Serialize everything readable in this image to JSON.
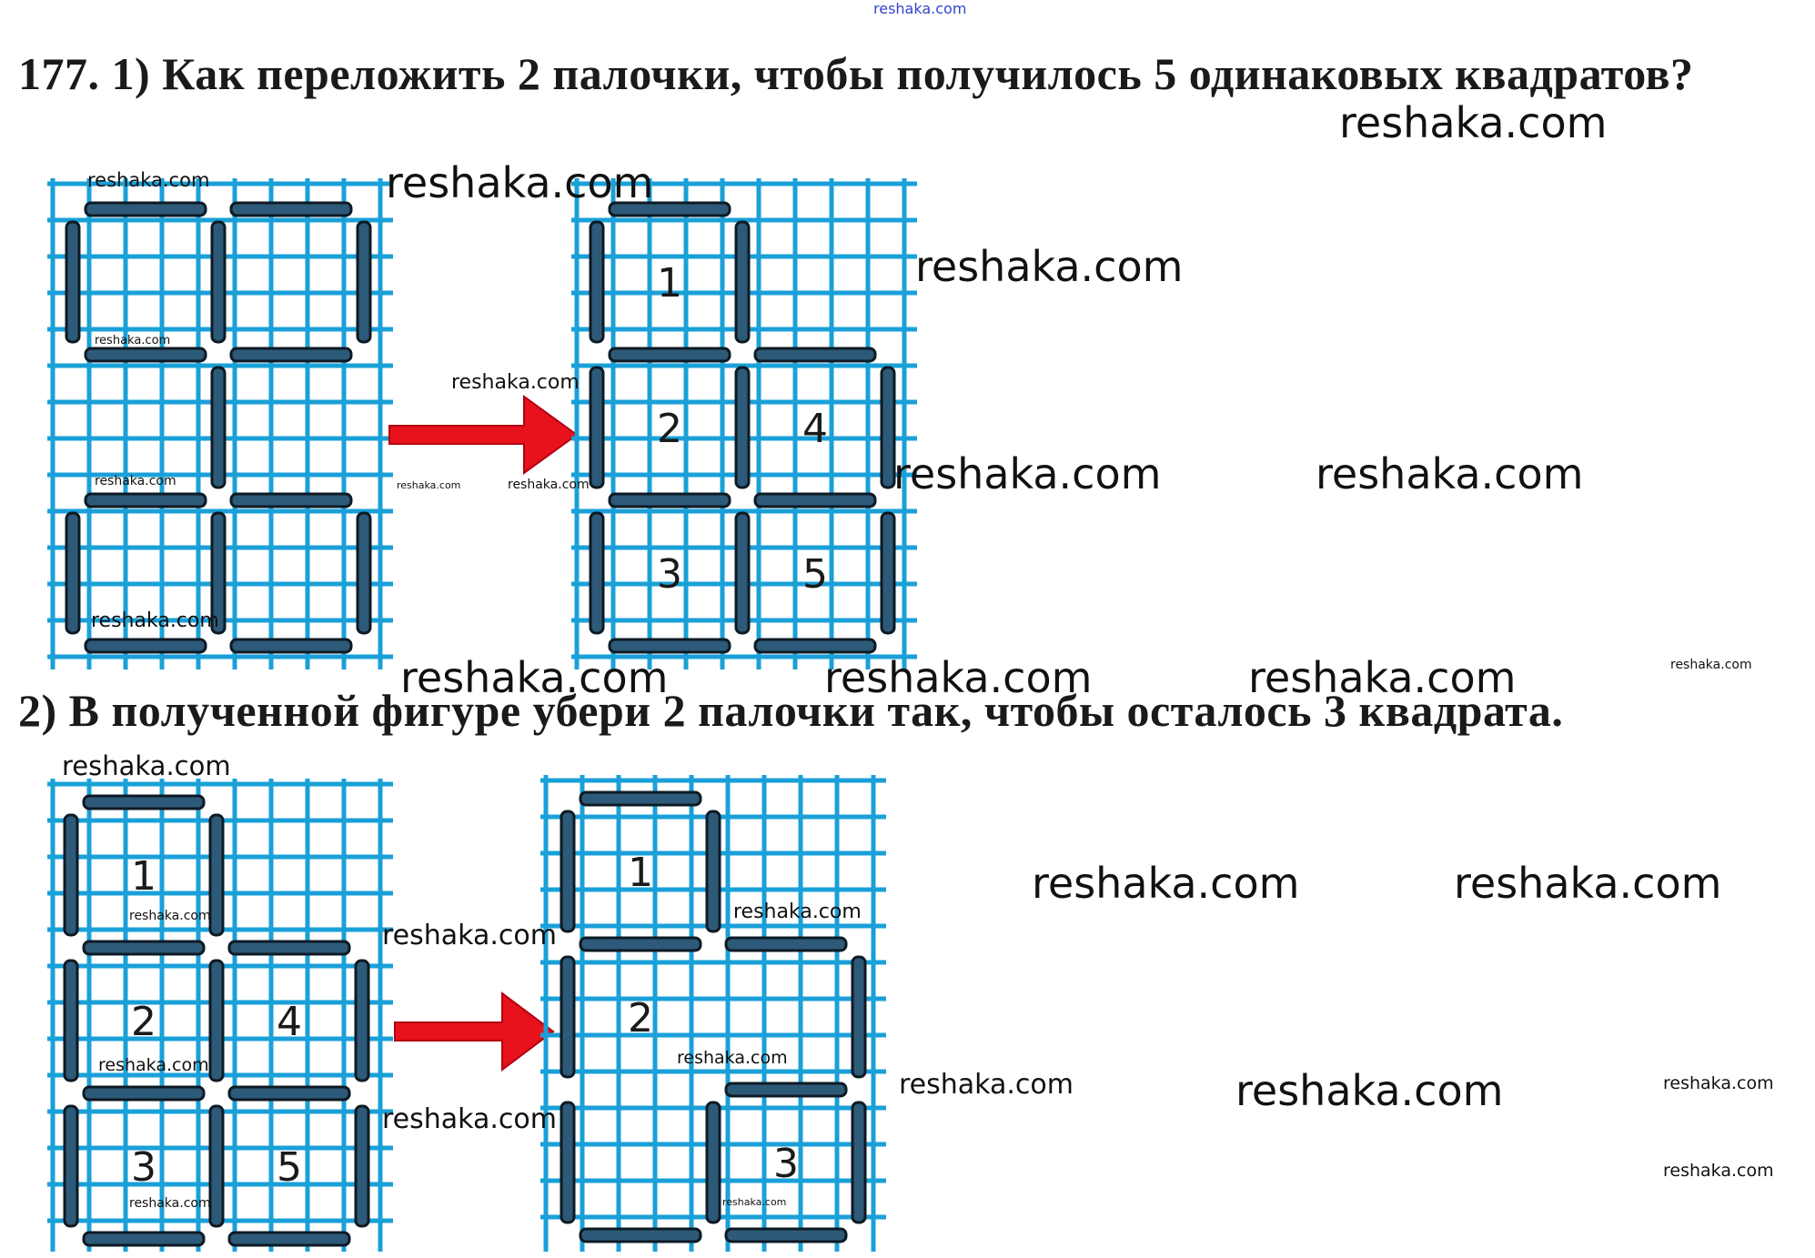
{
  "task": {
    "heading_1": "177. 1) Как переложить 2 палочки, чтобы получилось 5 одинаковых квадратов?",
    "heading_2": "2) В полученной фигуре убери 2 палочки так, чтобы осталось 3 квадрата."
  },
  "watermark_text": "reshaka.com",
  "colors": {
    "grid": "#1aa0d8",
    "stick": "#2d5a78",
    "stick_outline": "#0d1a24",
    "arrow": "#e8121c",
    "text": "#1a1a1a"
  },
  "figures": [
    {
      "part": 1,
      "role": "before",
      "labels": []
    },
    {
      "part": 1,
      "role": "after",
      "labels": [
        "1",
        "2",
        "4",
        "3",
        "5"
      ]
    },
    {
      "part": 2,
      "role": "before",
      "labels": [
        "1",
        "2",
        "4",
        "3",
        "5"
      ]
    },
    {
      "part": 2,
      "role": "after",
      "labels": [
        "1",
        "2",
        "3"
      ]
    }
  ]
}
